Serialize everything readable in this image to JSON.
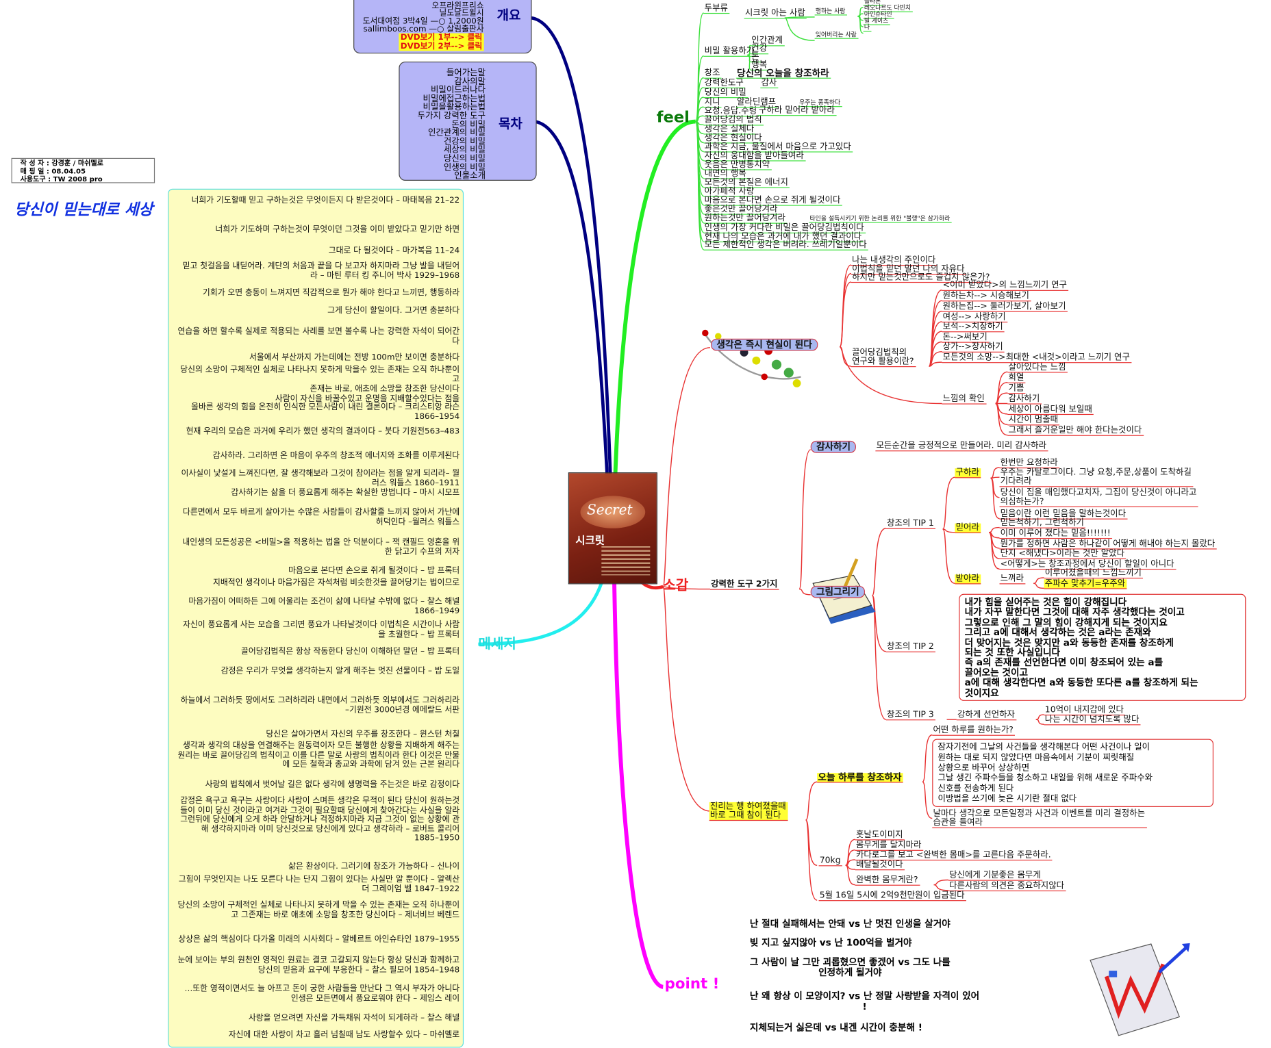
{
  "info": {
    "author": "작 성 자 : 강경훈 / 마쉬멜로",
    "date": "매 핑 일 : 08.04.05",
    "tool": "사용도구 : TW 2008 pro"
  },
  "title": "당신이 믿는대로 세상",
  "overview": {
    "label": "개요",
    "lines": [
      "오프라윈프리쇼",
      "닐도날드윌시",
      "도서대여점 3박4일 —○ 1,2000원",
      "sallimboos.com —○ 살림출판사"
    ],
    "dvd": [
      "DVD보기 1부--> 클릭",
      "DVD보기 2부--> 클릭"
    ]
  },
  "toc": {
    "label": "목차",
    "items": [
      "들어가는말",
      "감사의말",
      "비밀이드러나다",
      "비밀에접근하는법",
      "비밀을활용하는법",
      "두가지 강력한 도구",
      "돈의 비밀",
      "인간관계의 비밀",
      "건강의 비밀",
      "세상의 비밀",
      "당신의 비밀",
      "인생의 비밀",
      "인물소개"
    ]
  },
  "message": {
    "label": "메세지",
    "quotes": [
      "너희가 기도할때 믿고 구하는것은 무엇이든지 다 받은것이다 – 마태복음 21–22",
      "너희가 기도하며 구하는것이 무엇이던 그것을 이미 받았다고 믿기만 하면",
      "그대로 다 될것이다 – 마가복음 11–24",
      "믿고 첫걸음을 내딛어라. 계단의 처음과 끝을 다 보고자 하지마라 그냥 발을 내딛어라 – 마틴 루터 킹 주니어 박사 1929–1968",
      "기회가 오면 충동이 느껴지면 직감적으로 뭔가 해야 한다고 느끼면, 행동하라",
      "그게 당신이 할일이다. 그거면 충분하다",
      "연습을 하면 할수록 실제로 적용되는 사례를 보면 볼수록 나는 강력한 자석이 되어간다",
      "서울에서 부산까지 가는데에는 전방 100m만 보이면 충분하다",
      "당신의 소망이 구체적인 실체로 나타나지 못하게 막을수 있는 존재는 오직 하나뿐이고",
      "존재는 바로, 애초에 소망을 창조한 당신이다",
      "사람이 자신을 바꿀수있고 운명을 지배할수있다는 점을",
      "올바른 생각의 힘을 온전히 인식한 모든사람이 내린 결론이다 – 크리스티앙 라슨 1866–1954",
      "현재 우리의 모습은 과거에 우리가 했던 생각의 결과이다 – 붓다 기원전563–483",
      "감사하라. 그리하면 온 마음이 우주의 창조적 에너지와 조화를 이루게된다",
      "이사실이 낯설게 느껴진다면, 잘 생각해보라 그것이 참이라는 점을 알게 되리라– 월러스 워틀스 1860–1911",
      "감사하기는 삶을 더 풍요롭게 해주는 확실한 방법니다 – 마시 시모프",
      "다른면에서 모두 바르게 살아가는 수많은 사람들이 감사할줄 느끼지 않아서 가난에 허덕인다 –월러스 워틀스",
      "내인생의 모든성공은 <비밀>을 적용하는 법을 안 덕분이다 – 잭 캔필드 영혼을 위한 닭고기 수프의 저자",
      "마음으로 본다면 손으로 쥐게 될것이다 – 밥 프록터",
      "지배적인 생각이나 마음가짐은 자석처럼 비슷한것을 끌어당기는 법이므로",
      "마음가짐이 어떠하든 그에 어울리는 조건이 삶에 나타날 수밖에 없다 – 찰스 해넬 1866–1949",
      "자신이 풍요롭게 사는 모습을 그리면 풍요가 나타날것이다 이법칙은 시간이나 사람을 초월한다 – 밥 프록터",
      "끌어당김법칙은 항상 작동한다 당신이 이해하던 말던 – 밥 프록터",
      "감정은 우리가 무엇을 생각하는지 알게 해주는 멋진 선물이다 – 밥 도일",
      "하늘에서 그러하듯 땅에서도 그러하리라 내면에서 그러하듯 외부에서도 그러하리라 –기원전 3000년경 에메랄드 서판",
      "당신은 살아가면서 자신의 우주를 창조한다 – 윈스턴 처칠",
      "생각과 생각의 대상을 연결해주는 원동력이자 모든 불행한 상황을 지배하게 해주는 원리는 바로 끌어당김의 법칙이고 이를 다른 말로 사랑의 법칙이라 한다 이것은 만물에 모든 철학과 종교와 과학에 담겨 있는 근본 원리다",
      "사랑의 법칙에서 벗어날 길은 없다 생각에 생명력을 주는것은 바로 감정이다",
      "감정은 욕구고 욕구는 사랑이다 사랑이 스며든 생각은 무적이 된다 당신이 원하는것들이 이미 당신 것이라고 여겨라 그것이 필요할때 당신에게 찾아간다는 사실을 알라 그런뒤에 당신에게 오게 하라 안달하거나 걱정하지마라 지금 그것이 없는 상황에 관해 생각하지마라 이미 당신것으로 당신에게 있다고 생각하라 – 로버트 콜리어 1885–1950",
      "삶은 환상이다. 그러기에 창조가 가능하다 – 신나이",
      "그힘이 무엇인지는 나도 모른다 나는 단지 그힘이 있다는 사실만 알 뿐이다 – 알렉산더 그레이엄 벨 1847–1922",
      "당신의 소망이 구체적인 실체로 나타나지 못하게 막을 수 있는 존재는 오직 하나뿐이고 그존재는 바로 애초에 소망을 창조한 당신이다 – 제너비브 베렌드",
      "상상은 삶의 핵심이다 다가올 미래의 시사회다 – 알베르트 아인슈타인 1879–1955",
      "눈에 보이는 부의 원천인 영적인 원료는 결코 고갈되지 않는다 항상 당신과 함께하고 당신의 믿음과 요구에 부응한다 – 찰스 필모어 1854–1948",
      "…또한 영적이면서도 늘 아프고 돈이 궁한 사람들을 만난다 그 역시 부자가 아니다 인생은 모든면에서 풍요로워야 한다 – 제임스 레이",
      "사랑을 얻으려면 자신을 가득채워 자석이 되게하라 – 찰스 해넬",
      "자신에 대한 사랑이 차고 흘러 넘칠때 남도 사랑할수 있다 – 마쉬멜로"
    ]
  },
  "book": {
    "title_en": "Secret",
    "title_ko": "시크릿"
  },
  "feel": {
    "label": "feel",
    "two_kinds": "두부류",
    "knowers": "시크릿 아는 사람",
    "doers": "행하는 사람",
    "forgetters": "잊어버리는 사람",
    "people": [
      "플라톤",
      "레오나르도 다빈치",
      "아인슈타인",
      "빌 게이츠",
      "나"
    ],
    "use": "비밀 활용하기",
    "use_items": [
      "인간관계",
      "건강",
      "돈",
      "행복"
    ],
    "items": [
      "창조",
      "강력한도구",
      "당신의 비밀",
      "지니",
      "요청.응답.수령",
      "끌어당김의 법칙",
      "생각은 실체다",
      "생각은 현실이다",
      "과학은 지금, 물질에서 마음으로 가고있다",
      "자신의 웅대함을 받아들여라",
      "웃음은 만병통치약",
      "내면의 행복",
      "모든것의 본질은 에너지",
      "아가페적 사랑",
      "마음으로 본다면 손으로 쥐게 될것이다",
      "좋은것만 끌어당겨라",
      "원하는것만 끌어당겨라",
      "인생의 가장 커다란 비밀은 끌어당김법칙이다",
      "현재 나의 모습은 과거에 내가 했던 결과이다",
      "모든 제한적인 생각은 버려라. 쓰레기일뿐이다"
    ],
    "create_today": "당신의 오늘을 창조하라",
    "gratitude": "감사",
    "aladdin": "알라딘램프",
    "universe_rich": "우주는 풍족하다",
    "ask_believe_receive": "구하라 믿어라 받아라",
    "avoid_misery": "타인을 설득시키기 위한 논리를 위한 \"불행\"은 삼가하라"
  },
  "impression": {
    "label": "소감",
    "thought_reality": "생각은 즉시 현실이 된다",
    "owner": [
      "나는 내생각의 주인이다",
      "이법칙을 믿던 말던 나의 자유다",
      "하지만 믿는것만으로도 즐겁지 않은가?"
    ],
    "study": "끌어당김법칙의\n연구와 활용이란?",
    "study_items": [
      "<이미 받았다>의 느낌느끼기 연구",
      "원하는차--> 시승해보기",
      "원하는집--> 둘러가보기, 살아보기",
      "여성--> 사랑하기",
      "보석-->치장하기",
      "돈-->써보기",
      "상가-->장사하기",
      "모든것의 소망-->최대한 <내것>이라고 느끼기 연구"
    ],
    "feeling_check": "느낌의 확인",
    "feeling_items": [
      "살아있다는 느낌",
      "희열",
      "기쁨",
      "감사하기",
      "세상이 아름다워 보일때",
      "시간이 멈출때",
      "그래서 즐거운일만 해야 한다는것이다"
    ],
    "tools": "강력한 도구 2가지",
    "thanks": "감사하기",
    "thanks_text": "모든순간을 긍정적으로 만들어라. 미리 감사하라",
    "drawing": "그림그리기",
    "tip1": "창조의 TIP 1",
    "ask": "구하라",
    "ask_items": [
      "한번만 요청하라",
      "우주는 카탈로그이다. 그냥 요청,주문,상품이 도착하길\n기다려라",
      "당신이 집을 매입했다고치자, 그집이 당신것이 아니라고\n의심하는가?",
      "믿음이란 이런 믿음을 말하는것이다"
    ],
    "believe": "믿어라",
    "believe_items": [
      "믿는척하기, 그런척하기",
      "이미 이루어 졌다는 믿음!!!!!!!",
      "뭔가를 정하면 사람은 하나같이 어떻게 해내야 하는지 몰랐다",
      "단지 <해냈다>이라는 것만 알았다",
      "<어떻게>는 창조과정에서 당신이 할일이 아니다"
    ],
    "receive": "받아라",
    "feel_it": "느껴라",
    "feel_items": [
      "이루어졌을때의 느낌느끼기",
      "주파수 맞추기=우주와"
    ],
    "tip2": "창조의 TIP 2",
    "tip2_text": "내가 힘을 싣어주는 것은 힘이 강해집니다\n내가 자꾸 말한다면 그것에 대해 자주 생각했다는 것이고\n그렇으로 인해 그 말의 힘이 강해지게 되는 것이지요\n그리고 a에 대해서 생각하는 것은 a라는 존재와\n더 맞어지는 것은 맞지만 a와 동등한 존재를 창조하게\n되는 것 또한 사실입니다\n즉 a의 존재를 선언한다면 이미 창조되어 있는 a를\n끌어오는 것이고\na에 대해 생각한다면 a와 동등한 또다른 a를 창조하게 되는\n것이지요",
    "tip3": "창조의 TIP 3",
    "declare": "강하게 선언하자",
    "declare_items": [
      "10억이 내지갑에 있다",
      "나는 시간이 넘치도록 많다"
    ],
    "truth": "진리는 행 하여졌을때\n바로 그때 참이 된다",
    "today": "오늘 하루를 창조하자",
    "which_day": "어떤 하루를 원하는가?",
    "today_box": "잠자기전에 그날의 사건들을 생각해본다 어떤 사건이나 일이\n원하는 대로 되지 않았다면 마음속에서 기분이 찌릿해질\n상황으로 바꾸어 상상하면\n그날 생긴 주파수들을 청소하고 내일을 위해 새로운 주파수와\n신호를 전송하게 된다\n이방법을 쓰기에 늦은 시기란 절대 없다",
    "daily": "날마다 생각으로 모든일정과 사건과 이벤트를 미리 결정하는\n습관을 들여라",
    "weight": "70kg",
    "weight_items": [
      "훗날도이미지",
      "몸무게를 달지마라",
      "카다로그를 보고 <완벽한 몸매>를 고른다음 주문하라.",
      "배달될것이다"
    ],
    "perfect": "완벽한 몸무게란?",
    "perfect_items": [
      "당신에게 기분좋은 몸무게",
      "다른사람의 의견은 중요하지않다"
    ],
    "deposit": "5월 16일 5시에 2억9천만원이 입금된다"
  },
  "point": {
    "label": "point !",
    "items": [
      "난 절대 실패해서는 안돼 vs 난 멋진 인생을 살거야",
      "빚 지고 싶지않아 vs 난 100억을 벌거야",
      "그 사람이 날 그만 괴롭혔으면 좋겠어 vs 그도 나를\n인정하게 될거야",
      "난 왜 항상 이 모양이지? vs 난 정말 사랑받을 자격이 있어\n!",
      "지체되는거 싫은데 vs 내겐 시간이 충분해 !"
    ]
  },
  "colors": {
    "overview": "#000080",
    "feel": "#22ee22",
    "message": "#22eeee",
    "impression": "#ee2222",
    "point": "#ff00ff"
  }
}
